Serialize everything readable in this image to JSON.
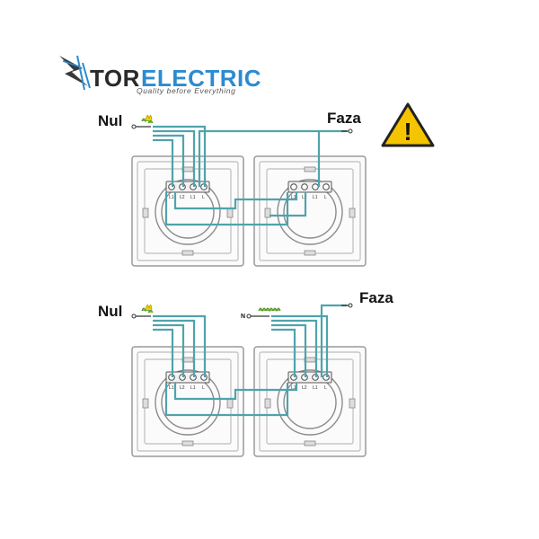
{
  "brand": {
    "name_part1": "TOR",
    "name_part2": "ELECTRIC",
    "tagline": "Quality before Everything",
    "colors": {
      "dark": "#2a2a2a",
      "accent": "#2c8bd1"
    }
  },
  "labels": {
    "top_neutral": "Nul",
    "top_phase": "Faza",
    "bottom_neutral": "Nul",
    "bottom_phase": "Faza",
    "bottom_n_terminal": "N"
  },
  "terminal_labels": [
    "L1",
    "L2",
    "L1",
    "L"
  ],
  "warning": {
    "icon": "warning-icon",
    "glyph": "!",
    "color": "#f5c400"
  },
  "wire_color": "#4fa3ad"
}
